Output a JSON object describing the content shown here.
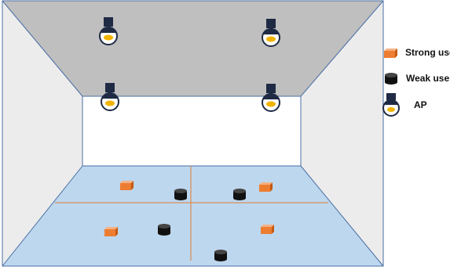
{
  "legend": {
    "strong_user": "Strong user",
    "weak_user": "Weak user",
    "ap": "AP"
  },
  "colors": {
    "ceiling": "#bfbfbf",
    "side_wall": "#ececec",
    "back_wall": "#ffffff",
    "floor": "#bdd7ee",
    "edge": "#4a6fa5",
    "divider": "#e07b39",
    "strong_user": "#ed7d31",
    "weak_user": "#111111",
    "ap_body": "#1f2a44",
    "ap_lamp": "#f2b300"
  },
  "icons": {
    "strong_user": "orange-box-icon",
    "weak_user": "black-disk-icon",
    "ap": "ceiling-lamp-icon"
  }
}
